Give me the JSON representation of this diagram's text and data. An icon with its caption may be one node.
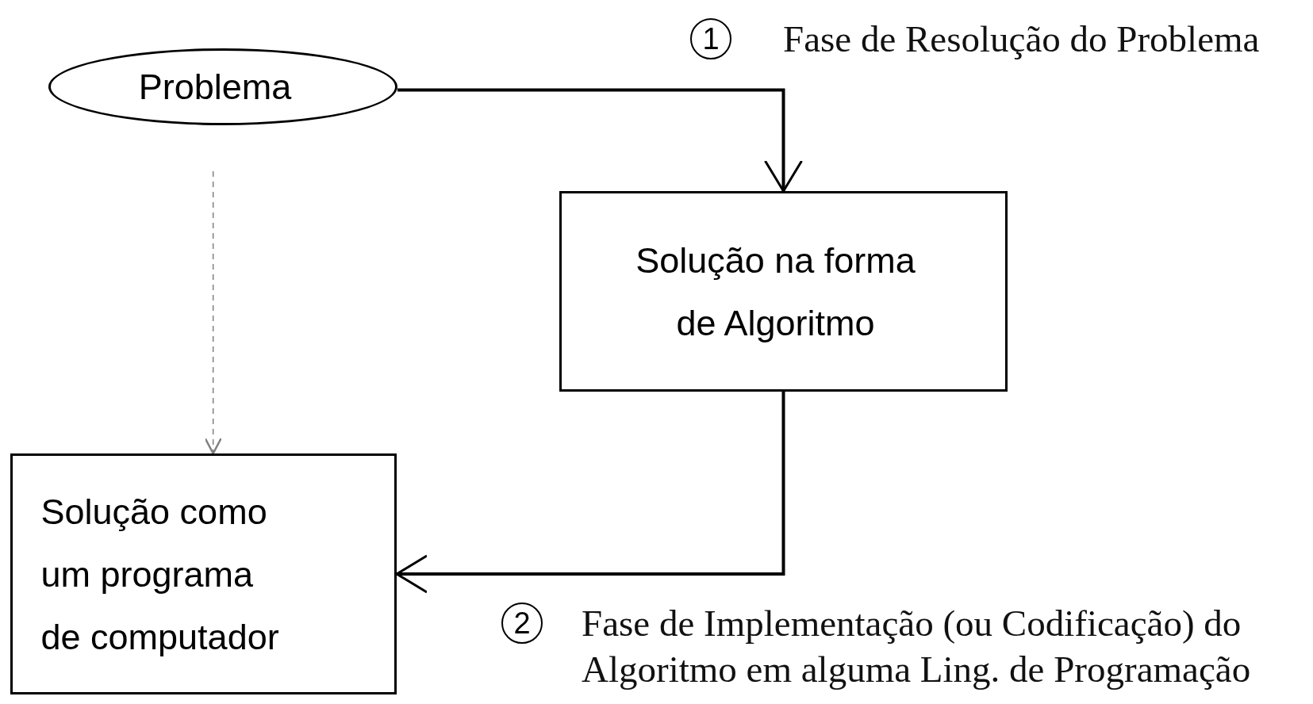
{
  "diagram": {
    "nodes": [
      {
        "text": [
          "Problema"
        ]
      },
      {
        "text": [
          "Solução na forma de Algoritmo"
        ]
      },
      {
        "text": [
          "Solução como um programa de computador"
        ]
      },
      {
        "text": [
          "1"
        ],
        "beside": [
          "Fase de Resolução do Problema"
        ]
      },
      {
        "text": [
          "2"
        ],
        "beside": [
          "Fase de Implementação (ou Codificação) do Algoritmo em alguma Ling. de Programação"
        ]
      }
    ],
    "edges": [
      {
        "from": 0,
        "to": 1,
        "arrow": "to"
      },
      {
        "from": 1,
        "to": 2,
        "arrow": "to"
      },
      {
        "from": 0,
        "to": 2,
        "arrow": "to",
        "style": "dashed",
        "color": "#808080"
      }
    ]
  }
}
